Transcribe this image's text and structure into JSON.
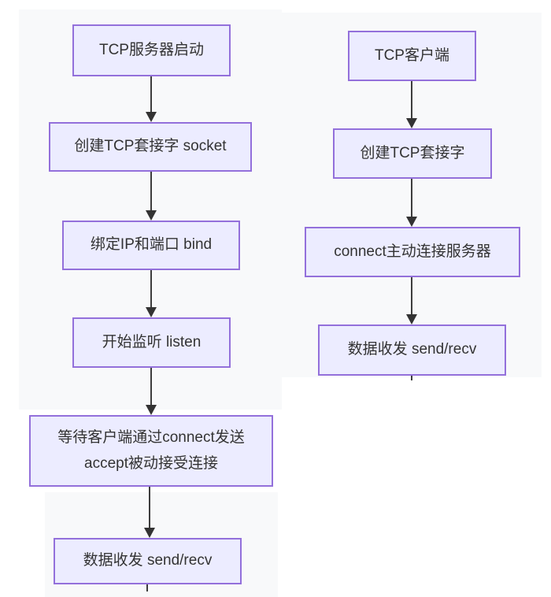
{
  "diagram": {
    "type": "flowchart",
    "orientation": "top-down",
    "colors": {
      "node_fill": "#ececff",
      "node_border": "#9370db",
      "node_text": "#333333",
      "arrow": "#3d3d3d",
      "canvas_patch": "#f8f9fa",
      "page_background": "#ffffff"
    },
    "columns": [
      {
        "id": "server-flow",
        "nodes": [
          {
            "id": "server-start",
            "label": "TCP服务器启动"
          },
          {
            "id": "server-socket",
            "label": "创建TCP套接字 socket"
          },
          {
            "id": "server-bind",
            "label": "绑定IP和端口 bind"
          },
          {
            "id": "server-listen",
            "label": "开始监听 listen"
          },
          {
            "id": "server-accept",
            "line1": "等待客户端通过connect发送",
            "line2": "accept被动接受连接"
          },
          {
            "id": "server-sendrecv",
            "label": "数据收发 send/recv"
          }
        ],
        "edges": [
          {
            "from": "server-start",
            "to": "server-socket"
          },
          {
            "from": "server-socket",
            "to": "server-bind"
          },
          {
            "from": "server-bind",
            "to": "server-listen"
          },
          {
            "from": "server-listen",
            "to": "server-accept"
          },
          {
            "from": "server-accept",
            "to": "server-sendrecv"
          }
        ]
      },
      {
        "id": "client-flow",
        "nodes": [
          {
            "id": "client-start",
            "label": "TCP客户端"
          },
          {
            "id": "client-socket",
            "label": "创建TCP套接字"
          },
          {
            "id": "client-connect",
            "label": "connect主动连接服务器"
          },
          {
            "id": "client-sendrecv",
            "label": "数据收发 send/recv"
          }
        ],
        "edges": [
          {
            "from": "client-start",
            "to": "client-socket"
          },
          {
            "from": "client-socket",
            "to": "client-connect"
          },
          {
            "from": "client-connect",
            "to": "client-sendrecv"
          }
        ]
      }
    ]
  }
}
